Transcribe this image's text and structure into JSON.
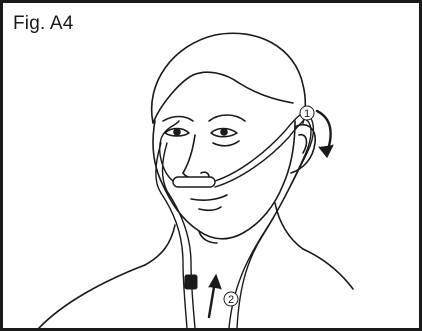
{
  "figure": {
    "label": "Fig. A4"
  },
  "callouts": [
    {
      "number": "1"
    },
    {
      "number": "2"
    }
  ],
  "colors": {
    "line": "#1a1a1a",
    "background": "#ffffff",
    "cannula_fill": "#ffffff"
  },
  "icons": {
    "step1_arrow": "curved-arrow-down-icon",
    "step2_arrow": "arrow-up-icon"
  }
}
